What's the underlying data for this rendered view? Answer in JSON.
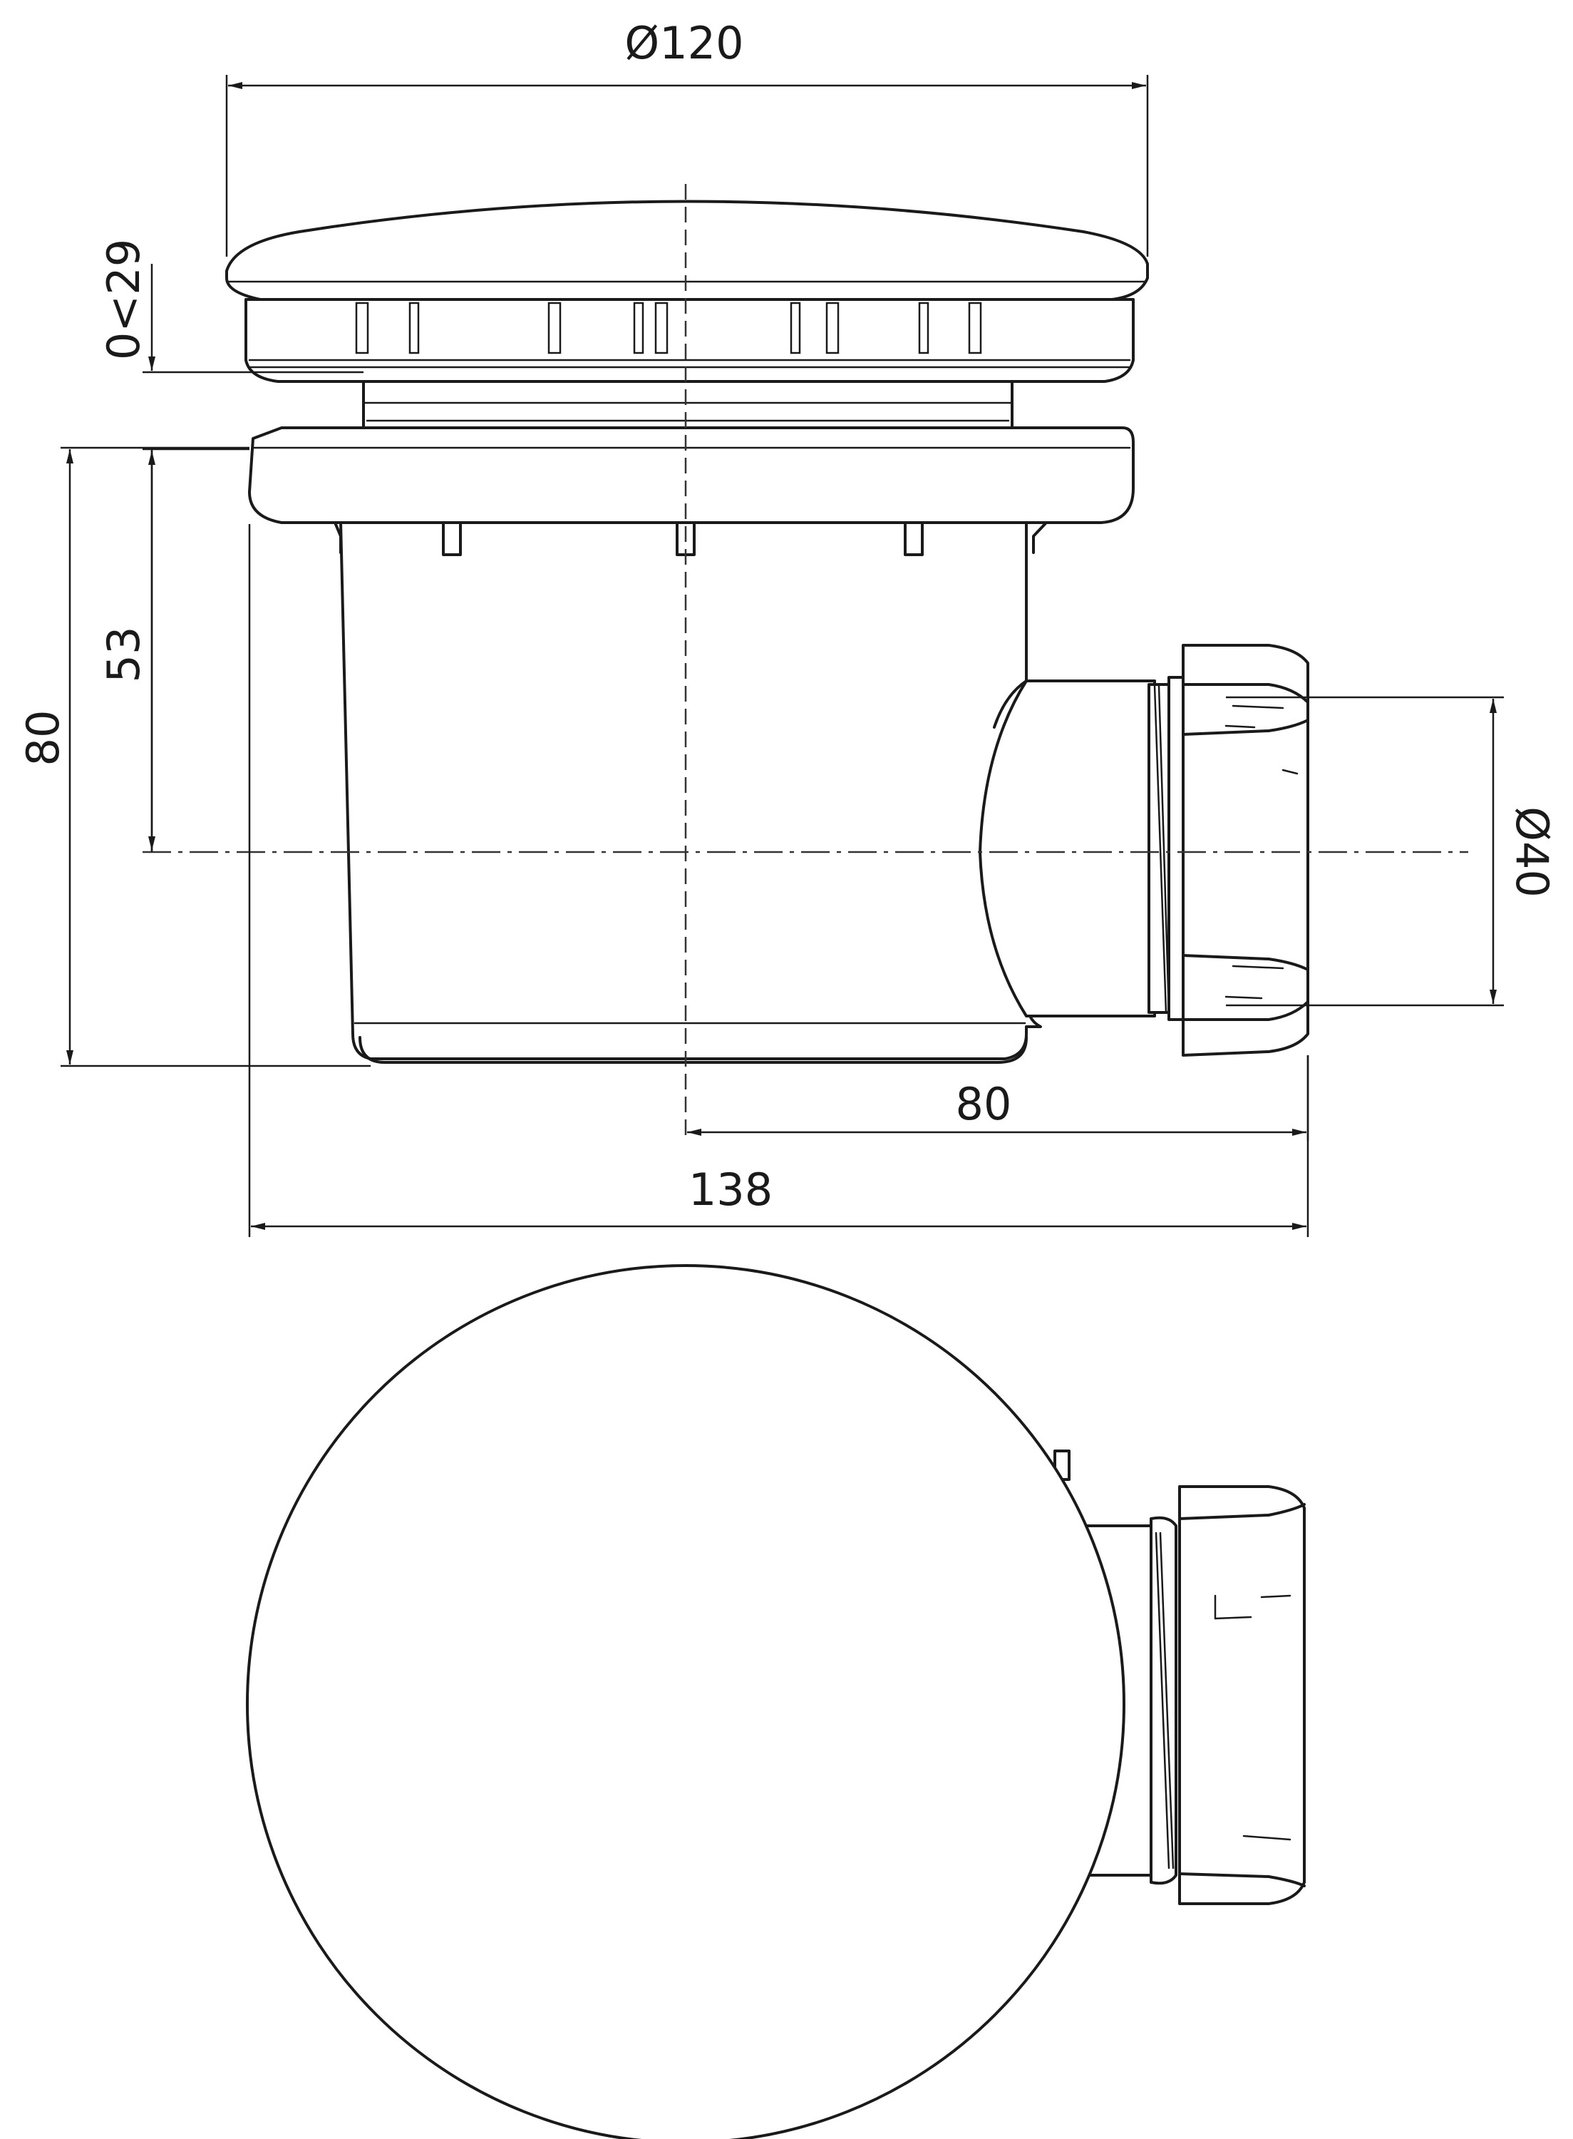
{
  "dimensions": {
    "top_diameter": "Ø120",
    "height_adjust": "0<29",
    "outlet_height": "53",
    "total_height": "80",
    "outlet_diameter": "Ø40",
    "outlet_offset": "80",
    "overall_width": "138"
  },
  "colors": {
    "line": "#1a1a1a",
    "background": "#ffffff"
  }
}
